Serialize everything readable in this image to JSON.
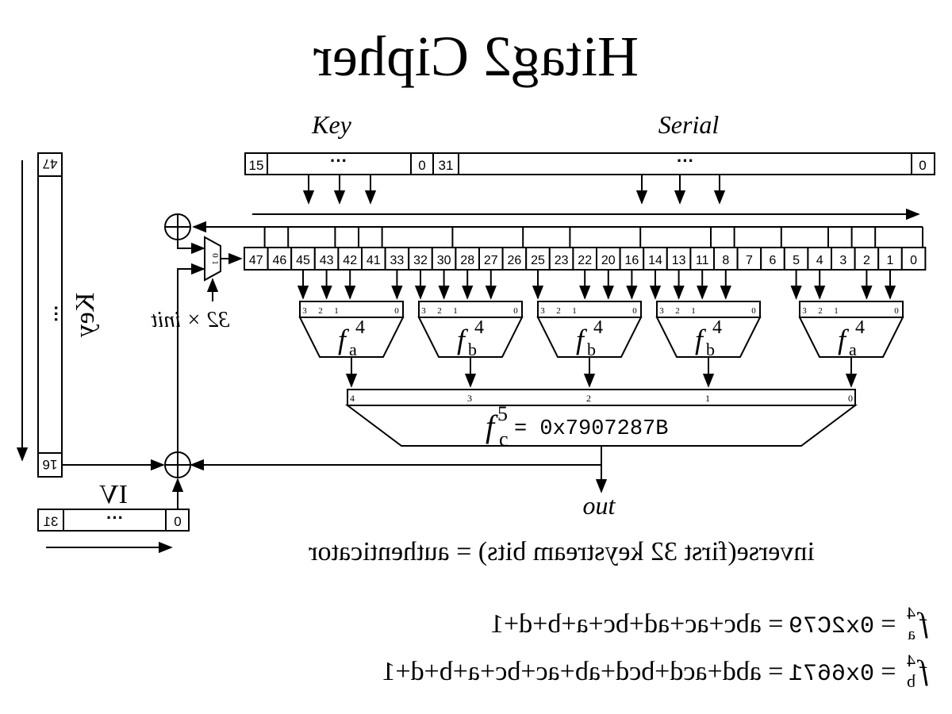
{
  "title": "Hitag2 Cipher",
  "labels": {
    "key": "Key",
    "serial": "Serial",
    "key_vertical": "Key",
    "iv": "IV",
    "init": "32 × init",
    "out": "out",
    "mux_top": "0",
    "mux_bottom": "1",
    "ellipsis": "···"
  },
  "key_register": {
    "left": "15",
    "right": "0"
  },
  "serial_register": {
    "left": "31",
    "right": "0"
  },
  "key_vertical_register": {
    "top": "47",
    "bottom": "16"
  },
  "iv_register": {
    "left": "31",
    "right": "0"
  },
  "lfsr_cells": [
    "47",
    "46",
    "45",
    "43",
    "42",
    "41",
    "33",
    "32",
    "30",
    "28",
    "27",
    "26",
    "25",
    "23",
    "22",
    "20",
    "16",
    "14",
    "13",
    "11",
    "8",
    "7",
    "6",
    "5",
    "4",
    "3",
    "2",
    "1",
    "0"
  ],
  "filters": [
    {
      "name": "f",
      "sub": "a",
      "sup": "4",
      "pins": [
        "3",
        "2",
        "1",
        "0"
      ]
    },
    {
      "name": "f",
      "sub": "b",
      "sup": "4",
      "pins": [
        "3",
        "2",
        "1",
        "0"
      ]
    },
    {
      "name": "f",
      "sub": "b",
      "sup": "4",
      "pins": [
        "3",
        "2",
        "1",
        "0"
      ]
    },
    {
      "name": "f",
      "sub": "b",
      "sup": "4",
      "pins": [
        "3",
        "2",
        "1",
        "0"
      ]
    },
    {
      "name": "f",
      "sub": "a",
      "sup": "4",
      "pins": [
        "3",
        "2",
        "1",
        "0"
      ]
    }
  ],
  "fc": {
    "name": "f",
    "sub": "c",
    "sup": "5",
    "value": "= 0x7907287B",
    "pins": [
      "4",
      "3",
      "2",
      "1",
      "0"
    ]
  },
  "authenticator": "inverse(first 32 keystream bits) = authenticator",
  "formulas": [
    {
      "name": "f",
      "sub": "a",
      "sup": "4",
      "eq": " = ",
      "hex": "0x2C79",
      "rest": " = abc+ac+ad+bc+a+b+d+1"
    },
    {
      "name": "f",
      "sub": "b",
      "sup": "4",
      "eq": " = ",
      "hex": "0x6671",
      "rest": " = abd+acd+bcd+ab+ac+bc+a+b+d+1"
    }
  ]
}
